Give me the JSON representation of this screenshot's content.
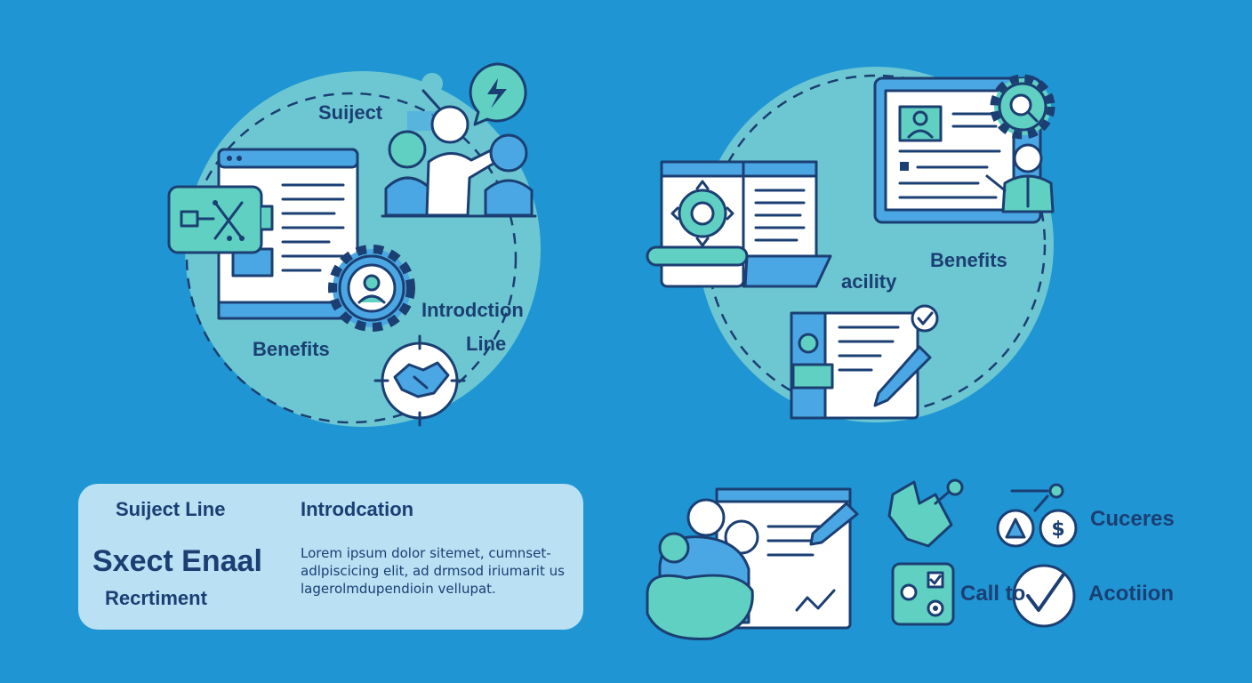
{
  "left_diagram": {
    "subject": "Suiject",
    "introduction": "Introdction",
    "line": "Line",
    "benefits": "Benefits"
  },
  "right_diagram": {
    "benefits": "Benefits",
    "facility": "acility"
  },
  "panel": {
    "subject_line": "Suiject Line",
    "introduction": "Introdcation",
    "headline": "Sxect Enaal",
    "recruitment": "Recrtiment",
    "body_text": "Lorem ipsum dolor sitemet, cumnset-adlpiscicing elit, ad drmsod iriumarit us lagerolmdupendioin vellupat."
  },
  "bottom_right": {
    "cuceres": "Cuceres",
    "call_to": "Call to",
    "action": "Acotiion"
  },
  "colors": {
    "background": "#1f96d3",
    "circle_fill": "#6dc7d2",
    "navy": "#1b3f73",
    "mint": "#5fd0c1",
    "sky": "#4aa7e3",
    "panel": "#b9e0f3"
  }
}
